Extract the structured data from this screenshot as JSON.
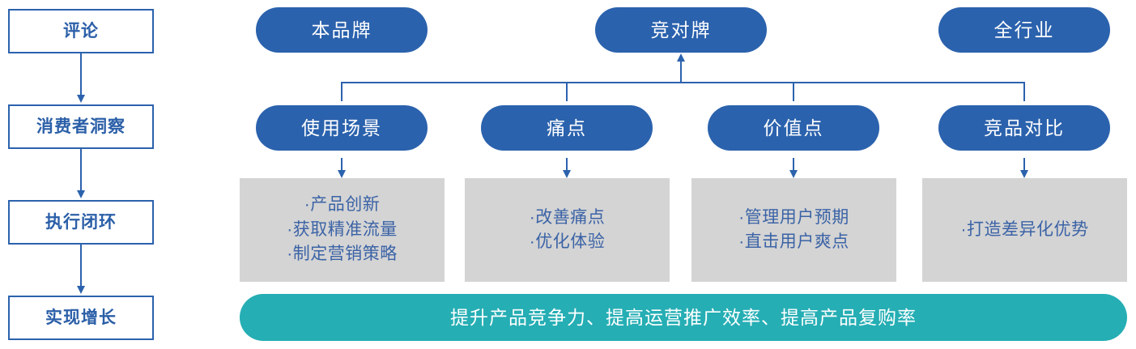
{
  "colors": {
    "brand_blue": "#2B62AD",
    "text_blue": "#3B63A6",
    "teal": "#25AEB4",
    "gray_panel": "#D4D4D4",
    "white": "#FFFFFF"
  },
  "flow_column": {
    "steps": [
      {
        "label": "评论"
      },
      {
        "label": "消费者洞察"
      },
      {
        "label": "执行闭环"
      },
      {
        "label": "实现增长"
      }
    ]
  },
  "source_row": {
    "items": [
      {
        "label": "本品牌"
      },
      {
        "label": "竞对牌"
      },
      {
        "label": "全行业"
      }
    ]
  },
  "dimension_row": {
    "items": [
      {
        "label": "使用场景"
      },
      {
        "label": "痛点"
      },
      {
        "label": "价值点"
      },
      {
        "label": "竞品对比"
      }
    ]
  },
  "outcome_panels": [
    {
      "lines": [
        "·产品创新",
        "·获取精准流量",
        "·制定营销策略"
      ]
    },
    {
      "lines": [
        "·改善痛点",
        "·优化体验"
      ]
    },
    {
      "lines": [
        "·管理用户预期",
        "·直击用户爽点"
      ]
    },
    {
      "lines": [
        "·打造差异化优势"
      ]
    }
  ],
  "banner": {
    "label": "提升产品竞争力、提高运营推广效率、提高产品复购率"
  }
}
